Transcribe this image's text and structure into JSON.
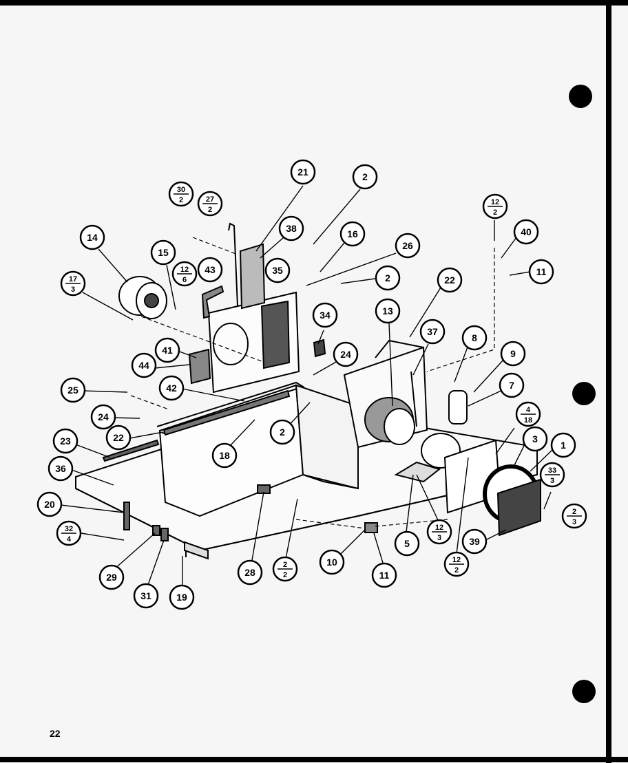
{
  "page_number": "22",
  "callouts": [
    {
      "id": "c21",
      "num": "21"
    },
    {
      "id": "c2a",
      "num": "2"
    },
    {
      "id": "c30-2",
      "num": "30",
      "den": "2"
    },
    {
      "id": "c27-2",
      "num": "27",
      "den": "2"
    },
    {
      "id": "c38",
      "num": "38"
    },
    {
      "id": "c16",
      "num": "16"
    },
    {
      "id": "c26",
      "num": "26"
    },
    {
      "id": "c14",
      "num": "14"
    },
    {
      "id": "c15",
      "num": "15"
    },
    {
      "id": "c12-6",
      "num": "12",
      "den": "6"
    },
    {
      "id": "c43",
      "num": "43"
    },
    {
      "id": "c35",
      "num": "35"
    },
    {
      "id": "c2b",
      "num": "2"
    },
    {
      "id": "c17-3",
      "num": "17",
      "den": "3"
    },
    {
      "id": "c22a",
      "num": "22"
    },
    {
      "id": "c13",
      "num": "13"
    },
    {
      "id": "c34",
      "num": "34"
    },
    {
      "id": "c37",
      "num": "37"
    },
    {
      "id": "c41",
      "num": "41"
    },
    {
      "id": "c44",
      "num": "44"
    },
    {
      "id": "c24a",
      "num": "24"
    },
    {
      "id": "c25",
      "num": "25"
    },
    {
      "id": "c42",
      "num": "42"
    },
    {
      "id": "c24b",
      "num": "24"
    },
    {
      "id": "c22b",
      "num": "22"
    },
    {
      "id": "c2c",
      "num": "2"
    },
    {
      "id": "c18",
      "num": "18"
    },
    {
      "id": "c23",
      "num": "23"
    },
    {
      "id": "c36",
      "num": "36"
    },
    {
      "id": "c20",
      "num": "20"
    },
    {
      "id": "c32-4",
      "num": "32",
      "den": "4"
    },
    {
      "id": "c29",
      "num": "29"
    },
    {
      "id": "c31",
      "num": "31"
    },
    {
      "id": "c19",
      "num": "19"
    },
    {
      "id": "c28",
      "num": "28"
    },
    {
      "id": "c2-2",
      "num": "2",
      "den": "2"
    },
    {
      "id": "c10",
      "num": "10"
    },
    {
      "id": "c11a",
      "num": "11"
    },
    {
      "id": "c5",
      "num": "5"
    },
    {
      "id": "c12-3",
      "num": "12",
      "den": "3"
    },
    {
      "id": "c12-2a",
      "num": "12",
      "den": "2"
    },
    {
      "id": "c39",
      "num": "39"
    },
    {
      "id": "c12-2b",
      "num": "12",
      "den": "2"
    },
    {
      "id": "c40",
      "num": "40"
    },
    {
      "id": "c11b",
      "num": "11"
    },
    {
      "id": "c8",
      "num": "8"
    },
    {
      "id": "c9",
      "num": "9"
    },
    {
      "id": "c7",
      "num": "7"
    },
    {
      "id": "c4-18",
      "num": "4",
      "den": "18"
    },
    {
      "id": "c3",
      "num": "3"
    },
    {
      "id": "c1",
      "num": "1"
    },
    {
      "id": "c33-3",
      "num": "33",
      "den": "3"
    },
    {
      "id": "c2-3",
      "num": "2",
      "den": "3"
    }
  ]
}
